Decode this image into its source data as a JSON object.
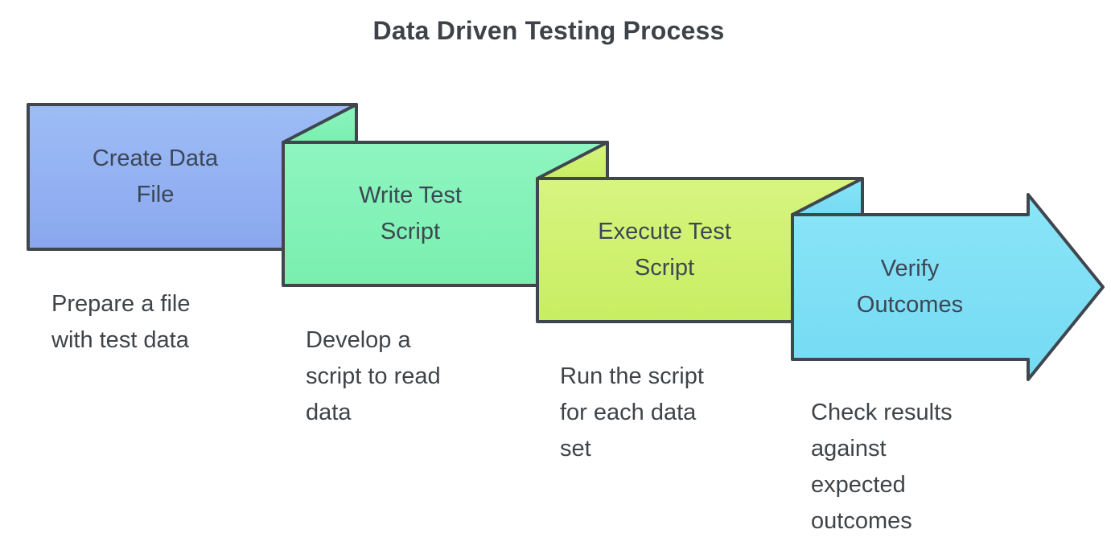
{
  "title": "Data Driven Testing Process",
  "diagram": {
    "background_color": "#ffffff",
    "border_color": "#3f464e",
    "title_color": "#3d4348",
    "label_color": "#3d4654",
    "description_color": "#3f4449",
    "stages": [
      {
        "label": "Create Data File",
        "label_lines": [
          "Create Data",
          "File"
        ],
        "description": "Prepare a file with test data",
        "description_lines": [
          "Prepare a file",
          "with test data"
        ],
        "fill_top": "#9dbdf6",
        "fill_bottom": "#8aa7ee"
      },
      {
        "label": "Write Test Script",
        "label_lines": [
          "Write Test",
          "Script"
        ],
        "description": "Develop a script to read data",
        "description_lines": [
          "Develop a",
          "script to read",
          "data"
        ],
        "fill_top": "#8ef5c0",
        "fill_bottom": "#79efae"
      },
      {
        "label": "Execute Test Script",
        "label_lines": [
          "Execute Test",
          "Script"
        ],
        "description": "Run the script for each data set",
        "description_lines": [
          "Run the script",
          "for each data",
          "set"
        ],
        "fill_top": "#d7f480",
        "fill_bottom": "#c8ee62"
      },
      {
        "label": "Verify Outcomes",
        "label_lines": [
          "Verify",
          "Outcomes"
        ],
        "description": "Check results against expected outcomes",
        "description_lines": [
          "Check results",
          "against",
          "expected",
          "outcomes"
        ],
        "fill_top": "#8be5f8",
        "fill_bottom": "#74daf3"
      }
    ]
  }
}
